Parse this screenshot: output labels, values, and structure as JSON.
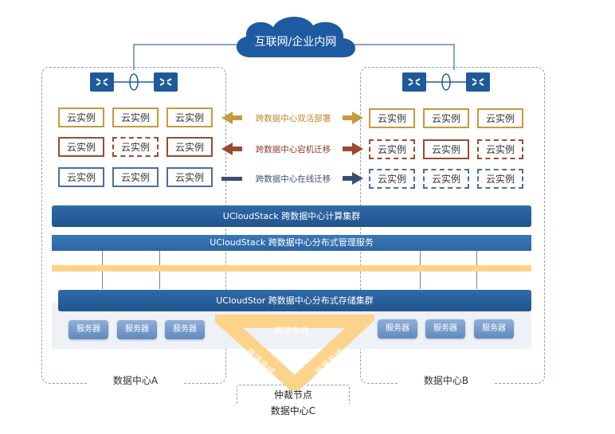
{
  "cloud": {
    "label": "互联网/企业内网"
  },
  "datacenters": {
    "a": {
      "label": "数据中心A"
    },
    "b": {
      "label": "数据中心B"
    },
    "c": {
      "label": "数据中心C",
      "node_label": "仲裁节点"
    }
  },
  "instance_label": "云实例",
  "arrows": {
    "active_active": {
      "label": "跨数据中心双活部署",
      "color": "#c69a3a"
    },
    "cold_migration": {
      "label": "跨数据中心宕机迁移",
      "color": "#9a4a2e"
    },
    "live_migration": {
      "label": "跨数据中心在线迁移",
      "color": "#3b4f73"
    }
  },
  "bars": {
    "compute": "UCloudStack 跨数据中心计算集群",
    "management": "UCloudStack 跨数据中心分布式管理服务",
    "storage": "UCloudStor 跨数据中心分布式存储集群"
  },
  "server_label": "服务器",
  "link_label": "高速专线",
  "colors": {
    "dark_blue": "#21548c",
    "yellow": "#fcd38a",
    "gold": "#c69a3a",
    "brown": "#9a4a2e",
    "slate": "#4a6ea6"
  }
}
